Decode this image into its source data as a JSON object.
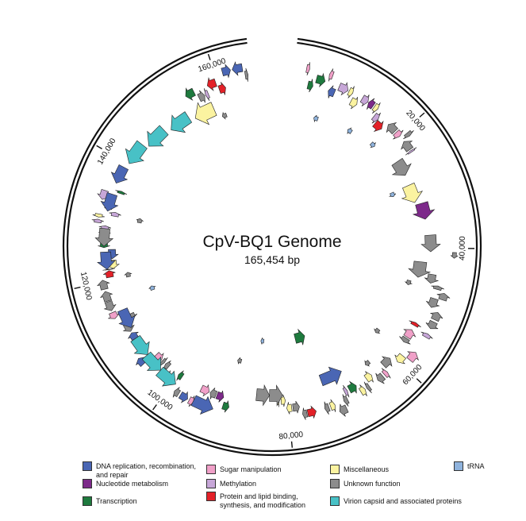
{
  "title": "CpV-BQ1 Genome",
  "subtitle": "165,454 bp",
  "scale_labels": [
    "20,000",
    "40,000",
    "60,000",
    "80,000",
    "100,000",
    "120,000",
    "140,000",
    "160,000"
  ],
  "legend": [
    {
      "label": "DNA replication, recombination,\nand repair",
      "color": "#4a66b4"
    },
    {
      "label": "Sugar manipulation",
      "color": "#f0a0c8"
    },
    {
      "label": "Miscellaneous",
      "color": "#fbf3a0"
    },
    {
      "label": "tRNA",
      "color": "#8fb3dd"
    },
    {
      "label": "Nucleotide metabolism",
      "color": "#7d2a8a"
    },
    {
      "label": "Methylation",
      "color": "#c7a7d8"
    },
    {
      "label": "Unknown function",
      "color": "#8c8c8c"
    },
    {
      "label": "Transcription",
      "color": "#1e7a3e"
    },
    {
      "label": "Protein and lipid binding,\nsynthesis, and modification",
      "color": "#e32128"
    },
    {
      "label": "Virion capsid and associated proteins",
      "color": "#48c1c6"
    }
  ]
}
